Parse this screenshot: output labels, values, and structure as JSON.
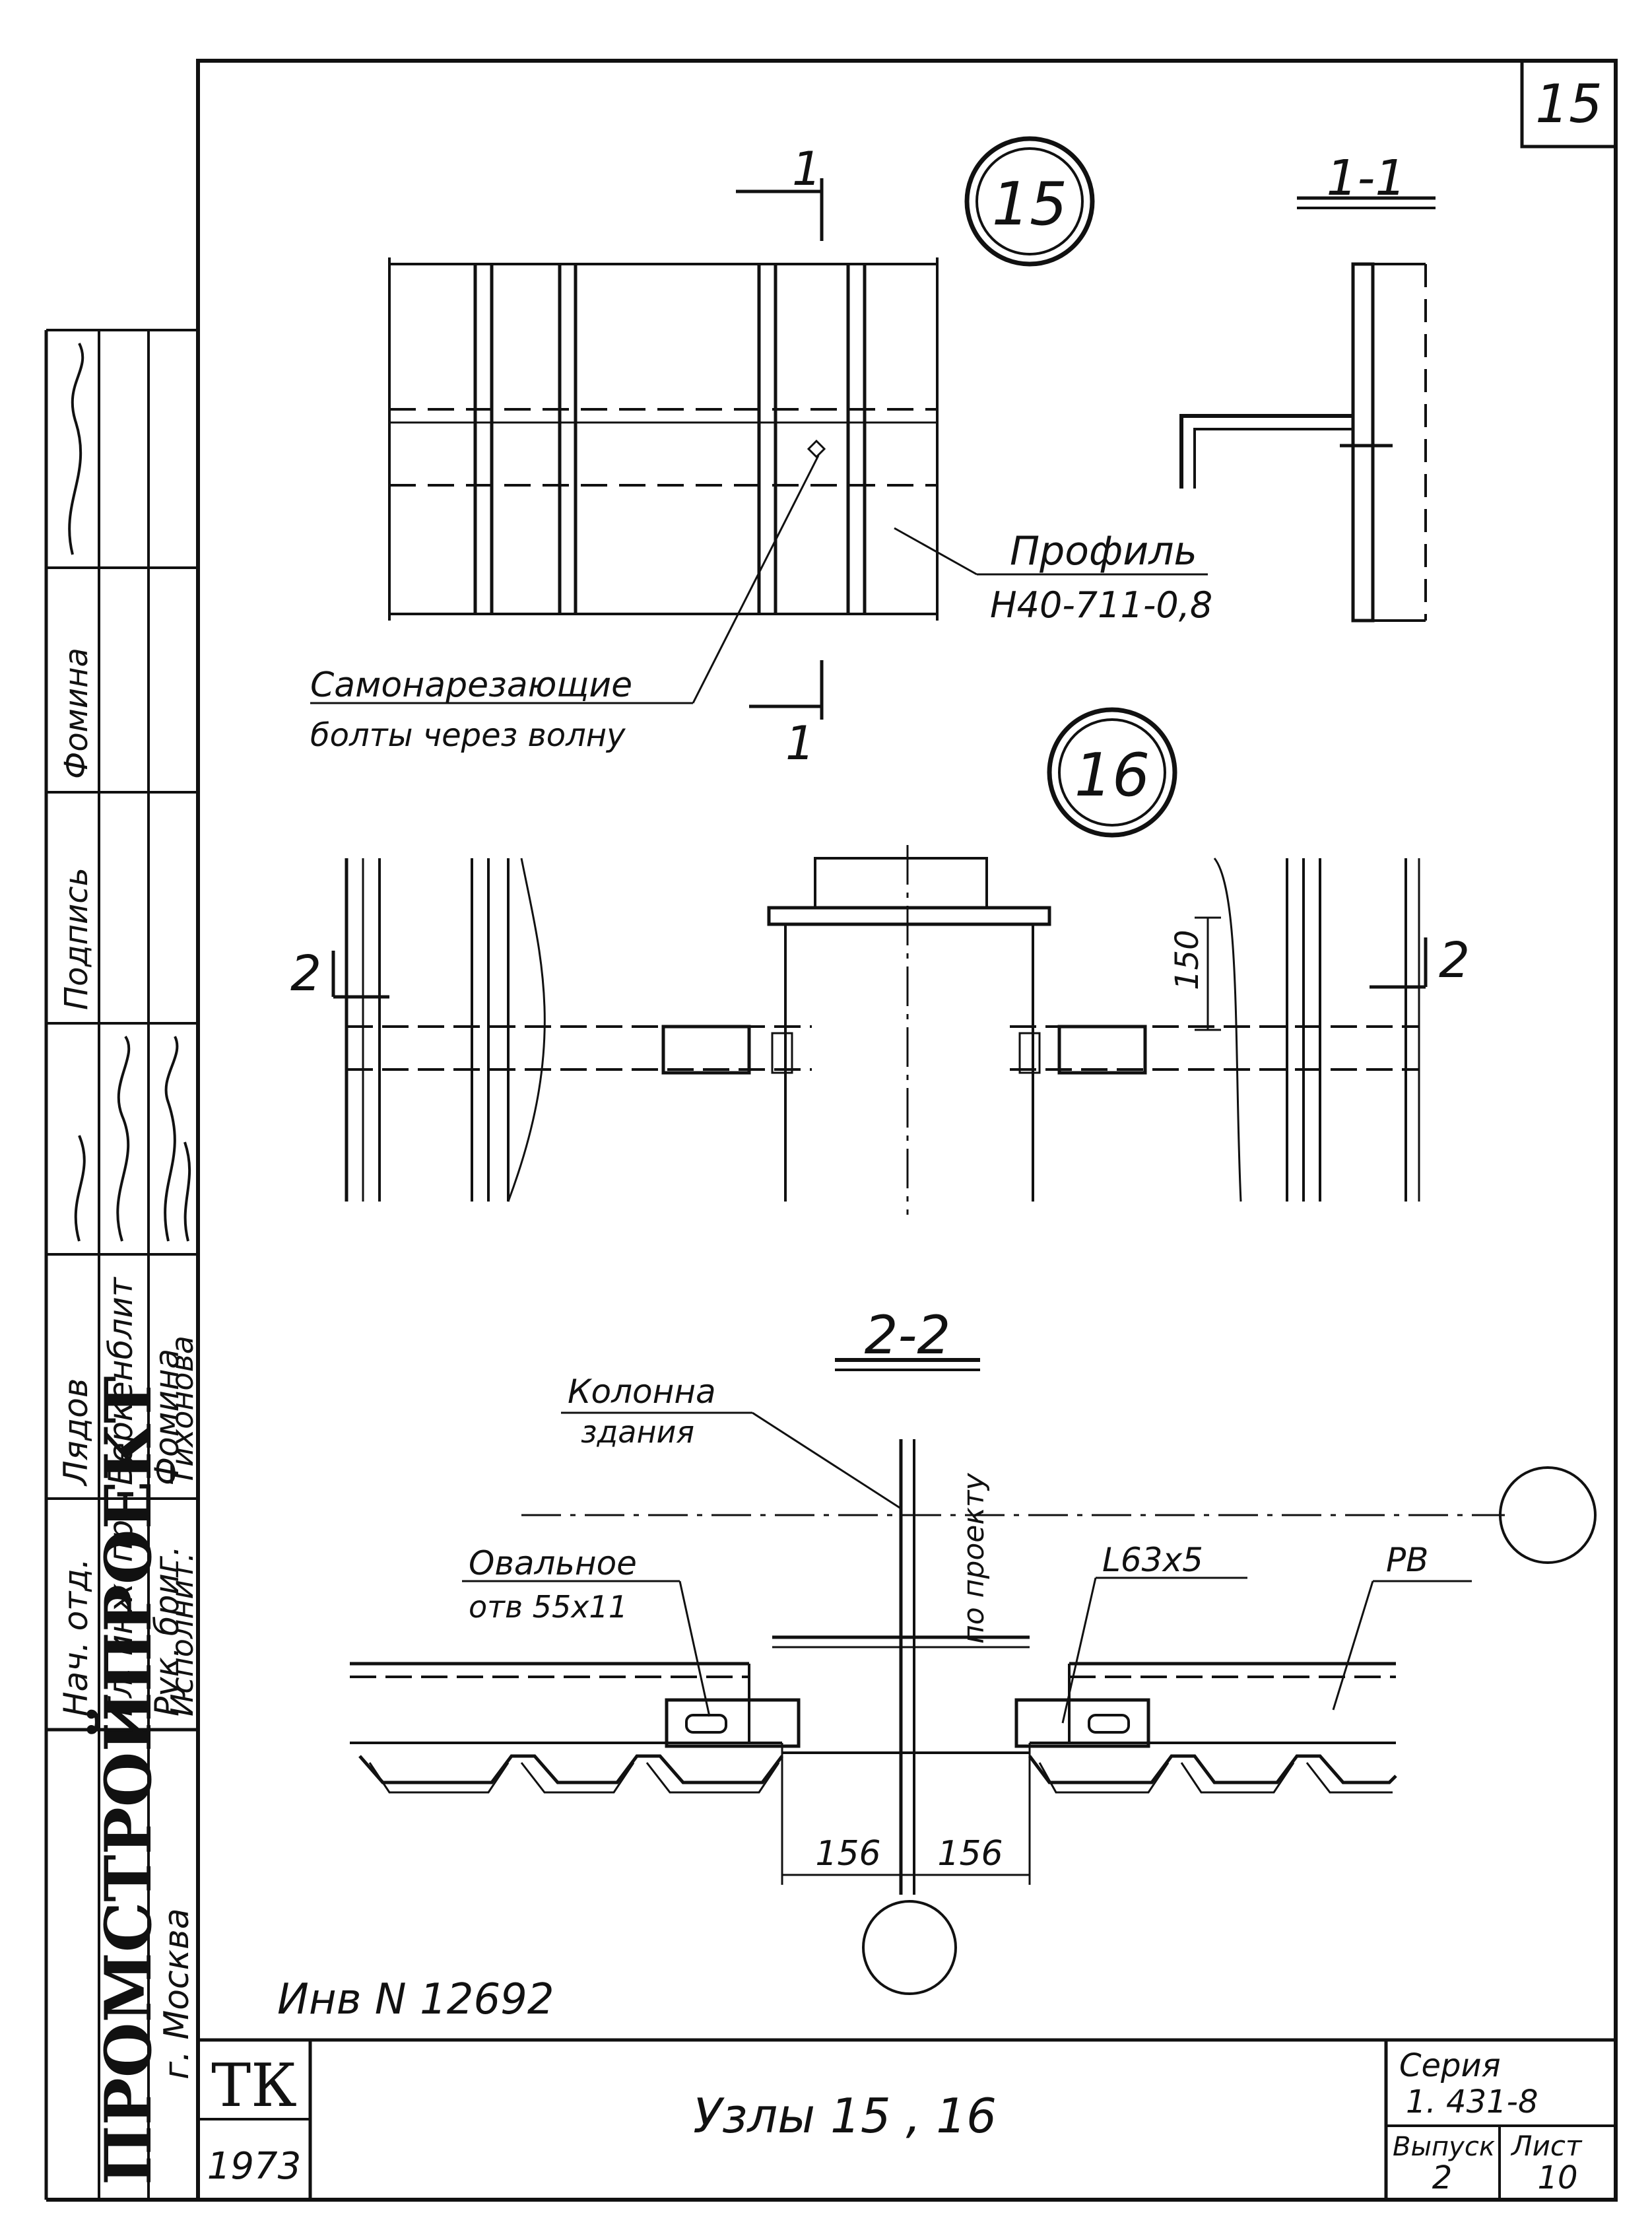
{
  "sheet": {
    "sheet_corner_number": "15",
    "organization": "ПРОМСТРОЙПРОЕКТ",
    "city": "г. Москва",
    "inventory": "Инв N 12692",
    "tk": "ТК",
    "year": "1973",
    "title": "Узлы 15 , 16",
    "series_label": "Серия",
    "series_value": "1. 431-8",
    "issue_label": "Выпуск",
    "issue_value": "2",
    "sheet_label": "Лист",
    "sheet_value": "10"
  },
  "signatures": {
    "roles": [
      "Нач. отд.",
      "Гл. инж. пр.",
      "Рук. бриг.",
      "Исполнит."
    ],
    "names": [
      "Лядов",
      "Беркенблит",
      "Фомина",
      "Тихонова"
    ],
    "stamp": [
      "Подпись",
      "Фомина"
    ]
  },
  "node15": {
    "label": "15",
    "section_mark": "1",
    "profile_label": "Профиль",
    "profile_code": "Н40-711-0,8",
    "bolts_line1": "Самонарезающие",
    "bolts_line2": "болты через волну"
  },
  "section11": {
    "label": "1-1"
  },
  "node16": {
    "label": "16",
    "section_mark": "2",
    "dimension": "150"
  },
  "section22": {
    "label": "2-2",
    "column_line1": "Колонна",
    "column_line2": "здания",
    "by_project": "по проекту",
    "oval_line1": "Овальное",
    "oval_line2": "отв 55х11",
    "angle": "L63х5",
    "pv": "РВ",
    "dim_left": "156",
    "dim_right": "156"
  }
}
